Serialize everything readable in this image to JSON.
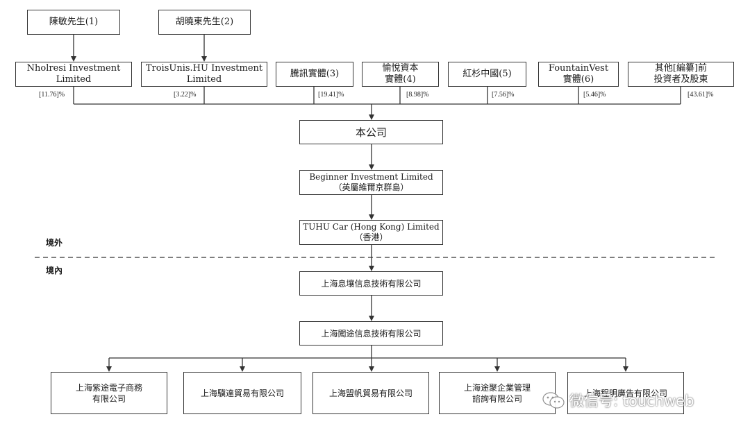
{
  "shareholders_top": [
    {
      "id": "chen",
      "label": "陳敏先生(1)"
    },
    {
      "id": "hu",
      "label": "胡曉東先生(2)"
    }
  ],
  "shareholders": [
    {
      "id": "nholresi",
      "label": "Nholresi Investment\nLimited",
      "pct": "[11.76]%"
    },
    {
      "id": "troisunis",
      "label": "TroisUnis.HU Investment\nLimited",
      "pct": "[3.22]%"
    },
    {
      "id": "tencent",
      "label": "騰訊實體(3)",
      "pct": "[19.41]%"
    },
    {
      "id": "yuyue",
      "label": "愉悅資本\n實體(4)",
      "pct": "[8.98]%"
    },
    {
      "id": "sequoia",
      "label": "紅杉中國(5)",
      "pct": "[7.56]%"
    },
    {
      "id": "fountainvest",
      "label": "FountainVest\n實體(6)",
      "pct": "[5.46]%"
    },
    {
      "id": "others",
      "label": "其他[編纂]前\n投資者及股東",
      "pct": "[43.61]%"
    }
  ],
  "company": "本公司",
  "offshore_chain": [
    {
      "id": "beginner",
      "label": "Beginner Investment Limited\n（英屬維爾京群島）"
    },
    {
      "id": "tuhu_hk",
      "label": "TUHU Car (Hong Kong) Limited\n（香港）"
    }
  ],
  "regions": {
    "offshore": "境外",
    "onshore": "境內"
  },
  "onshore_chain": [
    {
      "id": "xirang",
      "label": "上海息壤信息技術有限公司"
    },
    {
      "id": "chuangtu",
      "label": "上海闖途信息技術有限公司"
    }
  ],
  "subsidiaries": [
    {
      "id": "zitu",
      "label": "上海紫途電子商務\n有限公司"
    },
    {
      "id": "qida",
      "label": "上海驥達貿易有限公司"
    },
    {
      "id": "mengfan",
      "label": "上海盟帆貿易有限公司"
    },
    {
      "id": "tuju",
      "label": "上海途聚企業管理\n諮詢有限公司"
    },
    {
      "id": "chengming",
      "label": "上海程明廣告有限公司"
    }
  ],
  "watermark": {
    "text": "微信号: touchweb",
    "icon": "wechat-icon"
  },
  "colors": {
    "line": "#333333",
    "watermark": "#ffffff"
  }
}
